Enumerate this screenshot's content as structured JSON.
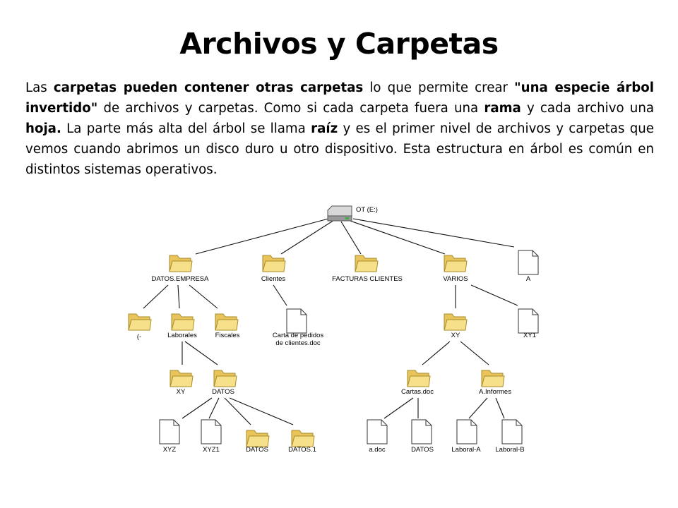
{
  "title": "Archivos y Carpetas",
  "paragraph": [
    {
      "text": "Las ",
      "bold": false
    },
    {
      "text": "carpetas pueden contener otras carpetas",
      "bold": true
    },
    {
      "text": " lo que permite crear ",
      "bold": false
    },
    {
      "text": "\"una especie árbol invertido\"",
      "bold": true
    },
    {
      "text": " de archivos y carpetas. Como si cada carpeta fuera una ",
      "bold": false
    },
    {
      "text": "rama",
      "bold": true
    },
    {
      "text": " y cada archivo una ",
      "bold": false
    },
    {
      "text": "hoja.",
      "bold": true
    },
    {
      "text": " La parte más alta del árbol se llama ",
      "bold": false
    },
    {
      "text": "raíz",
      "bold": true
    },
    {
      "text": " y es el primer nivel de archivos y carpetas que vemos cuando abrimos un disco duro u otro dispositivo. Esta estructura en árbol es común en distintos sistemas operativos.",
      "bold": false
    }
  ],
  "tree": {
    "nodes": [
      {
        "id": "root",
        "label": "OT (E:)",
        "type": "drive"
      },
      {
        "id": "datos_empresa",
        "label": "DATOS.EMPRESA",
        "type": "folder"
      },
      {
        "id": "clientes",
        "label": "Clientes",
        "type": "folder"
      },
      {
        "id": "facturas",
        "label": "FACTURAS CLIENTES",
        "type": "folder"
      },
      {
        "id": "varios",
        "label": "VARIOS",
        "type": "folder"
      },
      {
        "id": "a",
        "label": "A",
        "type": "file"
      },
      {
        "id": "paren",
        "label": "(-",
        "type": "folder"
      },
      {
        "id": "laborales",
        "label": "Laborales",
        "type": "folder"
      },
      {
        "id": "fiscales",
        "label": "Fiscales",
        "type": "folder"
      },
      {
        "id": "carta",
        "label": "Carta de pedidos\nde clientes.doc",
        "type": "file"
      },
      {
        "id": "xy_v",
        "label": "XY",
        "type": "folder"
      },
      {
        "id": "xy1",
        "label": "XY1",
        "type": "file"
      },
      {
        "id": "xy_l",
        "label": "XY",
        "type": "folder"
      },
      {
        "id": "datos_l",
        "label": "DATOS",
        "type": "folder"
      },
      {
        "id": "cartas",
        "label": "Cartas.doc",
        "type": "folder"
      },
      {
        "id": "ainformes",
        "label": "A.Informes",
        "type": "folder"
      },
      {
        "id": "xyz",
        "label": "XYZ",
        "type": "file"
      },
      {
        "id": "xyz1",
        "label": "XYZ1",
        "type": "file"
      },
      {
        "id": "datos_f",
        "label": "DATOS",
        "type": "folder"
      },
      {
        "id": "datos1",
        "label": "DATOS.1",
        "type": "folder"
      },
      {
        "id": "adoc",
        "label": "a.doc",
        "type": "file"
      },
      {
        "id": "datos_c",
        "label": "DATOS",
        "type": "file"
      },
      {
        "id": "laboral_a",
        "label": "Laboral-A",
        "type": "file"
      },
      {
        "id": "laboral_b",
        "label": "Laboral-B",
        "type": "file"
      }
    ],
    "edges": [
      [
        "root",
        "datos_empresa"
      ],
      [
        "root",
        "clientes"
      ],
      [
        "root",
        "facturas"
      ],
      [
        "root",
        "varios"
      ],
      [
        "root",
        "a"
      ],
      [
        "datos_empresa",
        "paren"
      ],
      [
        "datos_empresa",
        "laborales"
      ],
      [
        "datos_empresa",
        "fiscales"
      ],
      [
        "clientes",
        "carta"
      ],
      [
        "varios",
        "xy_v"
      ],
      [
        "varios",
        "xy1"
      ],
      [
        "laborales",
        "xy_l"
      ],
      [
        "laborales",
        "datos_l"
      ],
      [
        "xy_v",
        "cartas"
      ],
      [
        "xy_v",
        "ainformes"
      ],
      [
        "datos_l",
        "xyz"
      ],
      [
        "datos_l",
        "xyz1"
      ],
      [
        "datos_l",
        "datos_f"
      ],
      [
        "datos_l",
        "datos1"
      ],
      [
        "cartas",
        "adoc"
      ],
      [
        "cartas",
        "datos_c"
      ],
      [
        "ainformes",
        "laboral_a"
      ],
      [
        "ainformes",
        "laboral_b"
      ]
    ]
  },
  "colors": {
    "folder_fill": "#f7e08a",
    "folder_edge": "#a88c2a",
    "file_fill": "#ffffff",
    "file_edge": "#333333",
    "line": "#111111"
  }
}
